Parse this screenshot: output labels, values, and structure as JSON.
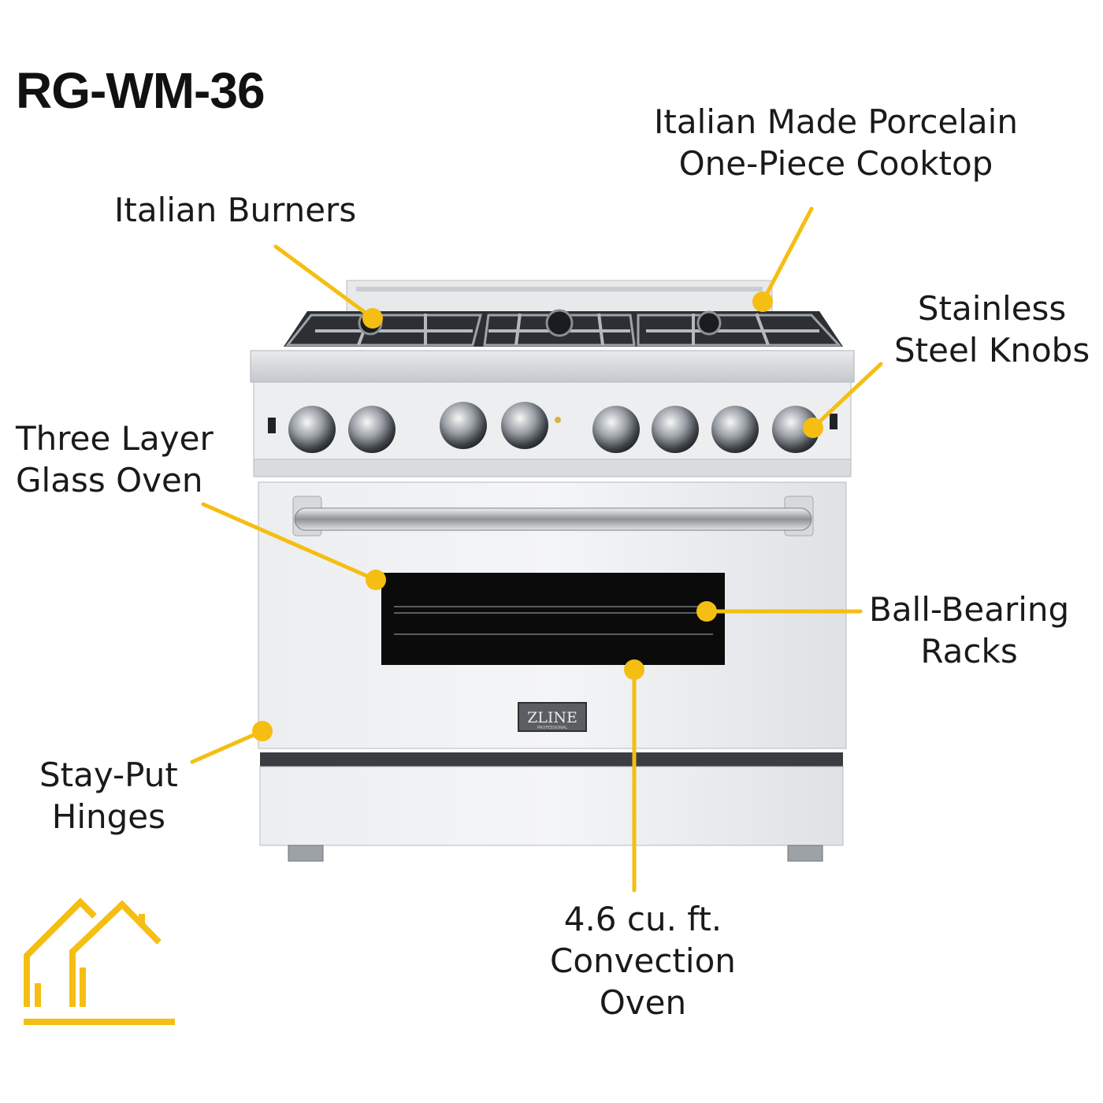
{
  "model": "RG-WM-36",
  "accent_color": "#F5BE12",
  "callouts": {
    "burners": [
      "Italian Burners"
    ],
    "cooktop": [
      "Italian Made Porcelain",
      "One-Piece Cooktop"
    ],
    "knobs": [
      "Stainless",
      "Steel Knobs"
    ],
    "glass": [
      "Three Layer",
      "Glass Oven"
    ],
    "racks": [
      "Ball-Bearing",
      "Racks"
    ],
    "hinges": [
      "Stay-Put",
      "Hinges"
    ],
    "oven": [
      "4.6 cu. ft.",
      "Convection",
      "Oven"
    ]
  },
  "badge": {
    "brand": "ZLINE",
    "sub": "PROFESSIONAL"
  },
  "icons": {
    "logo": "house-outline-logo"
  }
}
